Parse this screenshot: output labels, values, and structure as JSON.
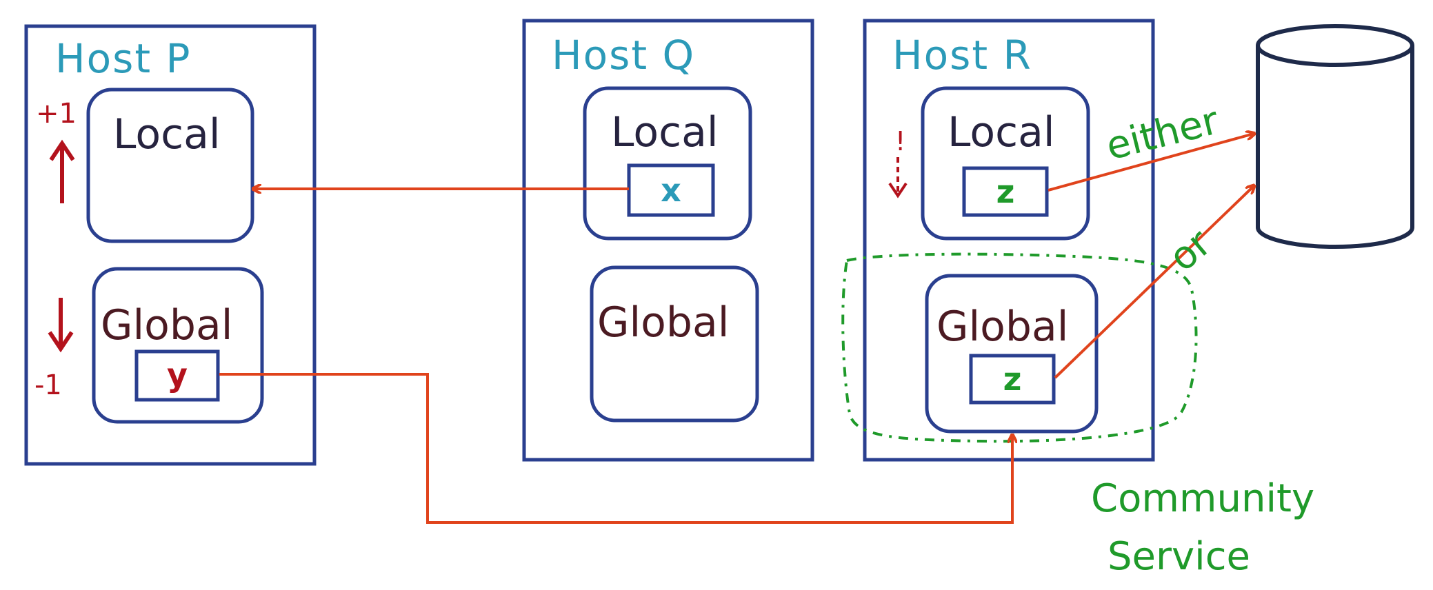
{
  "colors": {
    "host_border": "#2a3f8f",
    "title": "#2b9ab8",
    "arrow": "#e0431c",
    "green": "#1f9a2a",
    "dark_red": "#b3121c"
  },
  "hosts": [
    {
      "title": "Host P",
      "local_label": "Local",
      "global_label": "Global",
      "global_var": "y",
      "local_marker": "+1",
      "global_marker": "-1"
    },
    {
      "title": "Host Q",
      "local_label": "Local",
      "local_var": "x",
      "global_label": "Global"
    },
    {
      "title": "Host R",
      "local_label": "Local",
      "local_var": "z",
      "local_marker": "!",
      "global_label": "Global",
      "global_var": "z"
    }
  ],
  "edge_labels": {
    "either": "either",
    "or": "or"
  },
  "annotation": {
    "line1": "Community",
    "line2": "Service"
  },
  "icons": [
    "database-icon",
    "up-arrow-icon",
    "down-arrow-icon"
  ]
}
